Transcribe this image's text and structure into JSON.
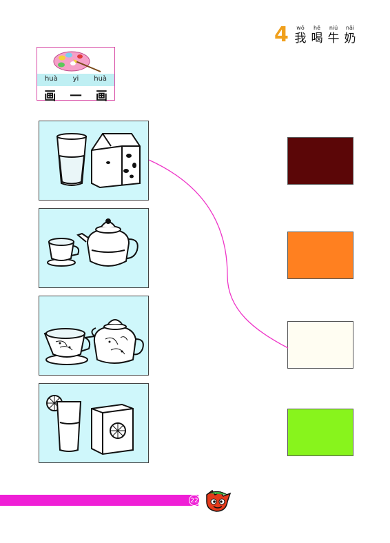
{
  "lesson": {
    "number": "4",
    "title_chars": [
      {
        "pinyin": "wǒ",
        "hanzi": "我"
      },
      {
        "pinyin": "hē",
        "hanzi": "喝"
      },
      {
        "pinyin": "niú",
        "hanzi": "牛"
      },
      {
        "pinyin": "nǎi",
        "hanzi": "奶"
      }
    ]
  },
  "activity": {
    "chars": [
      {
        "pinyin": "huà",
        "hanzi": "画"
      },
      {
        "pinyin": "yi",
        "hanzi": "一"
      },
      {
        "pinyin": "huà",
        "hanzi": "画"
      }
    ]
  },
  "cards": [
    {
      "icon": "glass-and-milk-carton-icon"
    },
    {
      "icon": "teacup-and-teapot-icon"
    },
    {
      "icon": "porcelain-cup-and-teapot-icon"
    },
    {
      "icon": "juice-glass-and-juice-box-icon"
    }
  ],
  "swatches": [
    {
      "color": "#5b0607"
    },
    {
      "color": "#ff8020"
    },
    {
      "color": "#fffdf2"
    },
    {
      "color": "#88f41c"
    }
  ],
  "connection_line_color": "#ee36c8",
  "footer": {
    "page_number": "22",
    "bar_color": "#ef1fd6"
  }
}
